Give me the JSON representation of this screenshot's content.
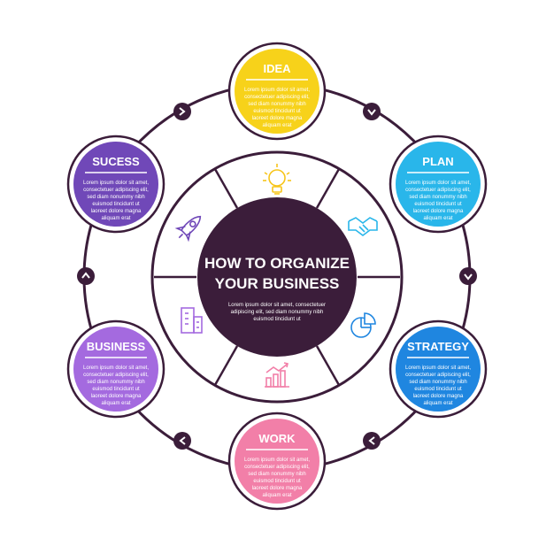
{
  "center": {
    "title_line1": "HOW TO ORGANIZE",
    "title_line2": "YOUR BUSINESS",
    "body": [
      "Lorem ipsum dolor sit amet, consectetuer",
      "adipiscing elit, sed diam nonummy nibh",
      "euismod tincidunt ut"
    ]
  },
  "nodes": [
    {
      "id": "idea",
      "title": "IDEA",
      "color": "#f7d21a",
      "text": [
        "Lorem ipsum dolor sit amet,",
        "consectetuer adipiscing elit,",
        "sed diam nonummy nibh",
        "euismod tincidunt ut",
        "laoreet dolore magna",
        "aliquam erat"
      ]
    },
    {
      "id": "plan",
      "title": "PLAN",
      "color": "#29b6ea",
      "text": [
        "Lorem ipsum dolor sit amet,",
        "consectetuer adipiscing elit,",
        "sed diam nonummy nibh",
        "euismod tincidunt ut",
        "laoreet dolore magna",
        "aliquam erat"
      ]
    },
    {
      "id": "strategy",
      "title": "STRATEGY",
      "color": "#1f86e0",
      "text": [
        "Lorem ipsum dolor sit amet,",
        "consectetuer adipiscing elit,",
        "sed diam nonummy nibh",
        "euismod tincidunt ut",
        "laoreet dolore magna",
        "aliquam erat"
      ]
    },
    {
      "id": "work",
      "title": "WORK",
      "color": "#f27fa8",
      "text": [
        "Lorem ipsum dolor sit amet,",
        "consectetuer adipiscing elit,",
        "sed diam nonummy nibh",
        "euismod tincidunt ut",
        "laoreet dolore magna",
        "aliquam erat"
      ]
    },
    {
      "id": "business",
      "title": "BUSINESS",
      "color": "#a46adf",
      "text": [
        "Lorem ipsum dolor sit amet,",
        "consectetuer adipiscing elit,",
        "sed diam nonummy nibh",
        "euismod tincidunt ut",
        "laoreet dolore magna",
        "aliquam erat"
      ]
    },
    {
      "id": "sucess",
      "title": "SUCESS",
      "color": "#7048b8",
      "text": [
        "Lorem ipsum dolor sit amet,",
        "consectetuer adipiscing elit,",
        "sed diam nonummy nibh",
        "euismod tincidunt ut",
        "laoreet dolore magna",
        "aliquam erat"
      ]
    }
  ],
  "icons": [
    "lightbulb-icon",
    "handshake-icon",
    "pie-chart-icon",
    "growth-chart-icon",
    "building-icon",
    "rocket-icon"
  ],
  "colors": {
    "dark": "#3b1d3a",
    "ring_stroke": "#3b1d3a"
  }
}
